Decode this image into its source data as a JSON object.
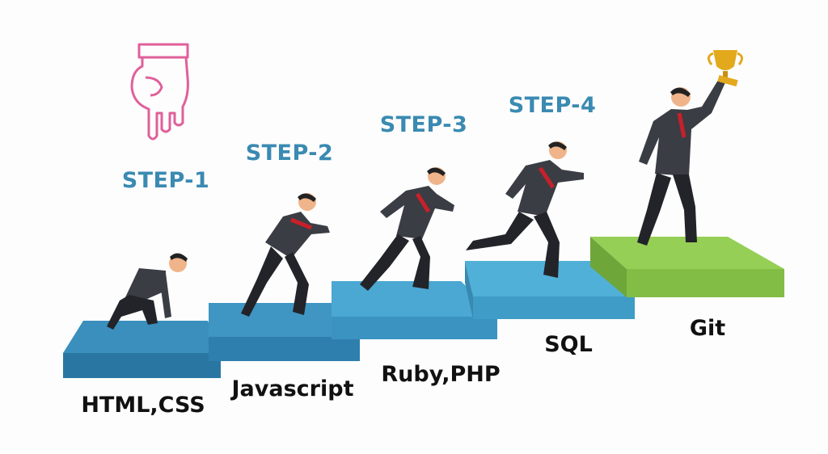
{
  "colors": {
    "step_label": "#3a8ab2",
    "step1": "#2e7fae",
    "step2": "#3388b6",
    "step3": "#44a3cf",
    "step4": "#4aaed6",
    "final_step": "#8cc84b",
    "suit": "#3a3d44",
    "tie": "#c8202a",
    "hand_icon": "#e0609a",
    "trophy": "#e3a91c"
  },
  "steps": [
    {
      "label": "STEP-1",
      "tech": "HTML,CSS"
    },
    {
      "label": "STEP-2",
      "tech": "Javascript"
    },
    {
      "label": "STEP-3",
      "tech": "Ruby,PHP"
    },
    {
      "label": "STEP-4",
      "tech": "SQL"
    }
  ],
  "final": {
    "tech": "Git"
  },
  "icons": {
    "pointer": "pointing-hand-icon",
    "trophy": "trophy-icon"
  }
}
